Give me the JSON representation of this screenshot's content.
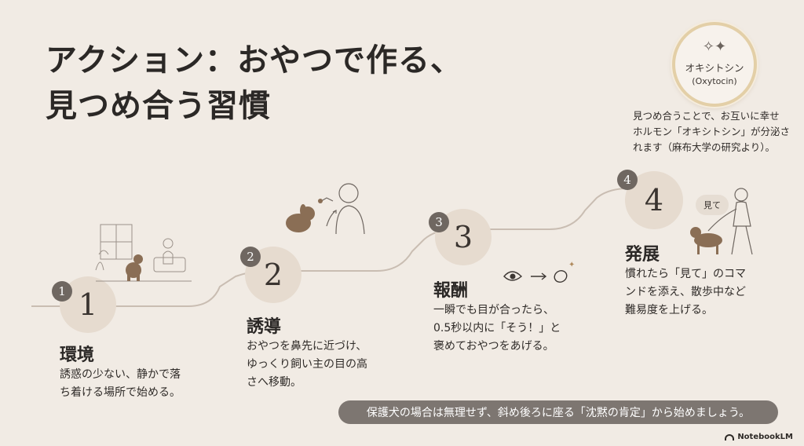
{
  "title": {
    "line1": "アクション：おやつで作る、",
    "line2": "見つめ合う習慣"
  },
  "steps": [
    {
      "number": "1",
      "title": "環境",
      "desc": [
        "誘惑の少ない、静かで落",
        "ち着ける場所で始める。"
      ],
      "illustration": "dog-and-owner-sitting-indoors-icon"
    },
    {
      "number": "2",
      "title": "誘導",
      "desc": [
        "おやつを鼻先に近づけ、",
        "ゆっくり飼い主の目の高",
        "さへ移動。"
      ],
      "illustration": "treat-to-eye-level-icon"
    },
    {
      "number": "3",
      "title": "報酬",
      "desc": [
        "一瞬でも目が合ったら、",
        "0.5秒以内に「そう！」と",
        "褒めておやつをあげる。"
      ],
      "illustration": "eye-arrow-treat-icon"
    },
    {
      "number": "4",
      "title": "発展",
      "desc": [
        "慣れたら「見て」のコマ",
        "ンドを添え、散歩中など",
        "難易度を上げる。"
      ],
      "illustration": "walking-dog-icon",
      "speech": "見て"
    }
  ],
  "oxytocin": {
    "name_ja": "オキシトシン",
    "name_en": "(Oxytocin)",
    "icon": "sparkle-icon",
    "note": [
      "見つめ合うことで、お互いに幸せ",
      "ホルモン「オキシトシン」が分泌さ",
      "れます（麻布大学の研究より）。"
    ]
  },
  "footer_note": "保護犬の場合は無理せず、斜め後ろに座る「沈黙の肯定」から始めましょう。",
  "brand": "NotebookLM",
  "colors": {
    "background": "#f1ebe4",
    "step_circle": "#e6dbcf",
    "badge": "#6f6761",
    "path_line": "#c9bdb2",
    "pill": "#7d7671",
    "emblem_ring": "#e3cfa7"
  }
}
